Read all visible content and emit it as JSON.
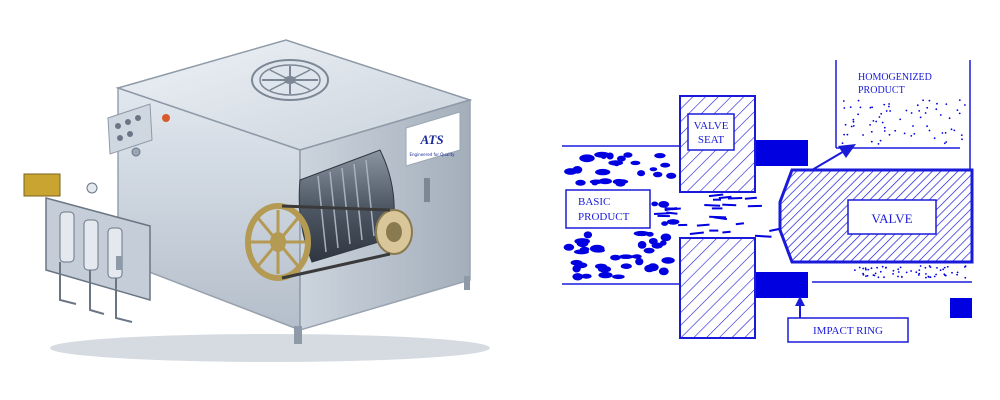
{
  "machine": {
    "logo_text": "ATS",
    "logo_tagline": "Engineered for Quality"
  },
  "diagram": {
    "labels": {
      "homogenized_line1": "HOMOGENIZED",
      "homogenized_line2": "PRODUCT",
      "valve_seat_line1": "VALVE",
      "valve_seat_line2": "SEAT",
      "basic_line1": "BASIC",
      "basic_line2": "PRODUCT",
      "valve": "VALVE",
      "impact_ring": "IMPACT RING"
    },
    "colors": {
      "ink": "#1a1adb",
      "fill": "#0000e0"
    }
  }
}
